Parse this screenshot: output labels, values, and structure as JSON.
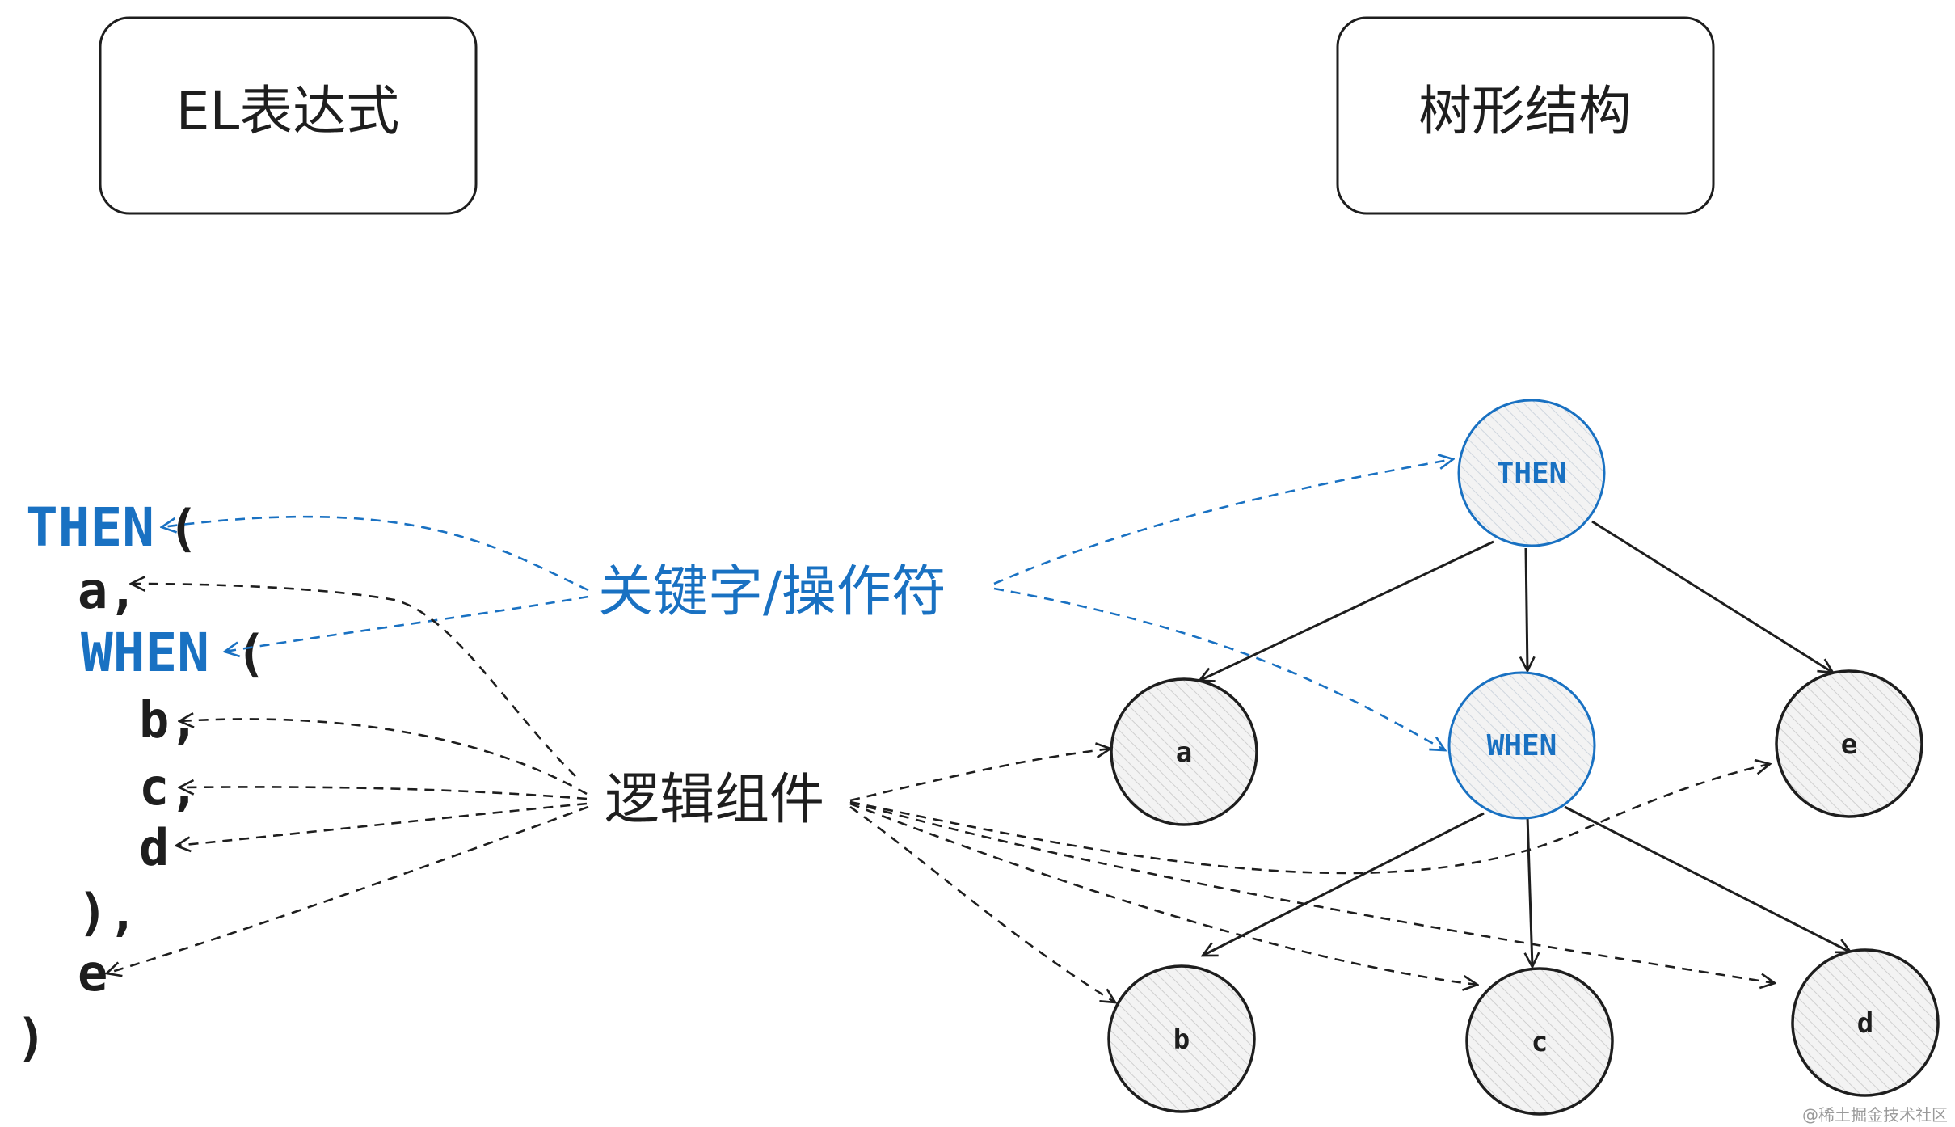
{
  "headers": {
    "left": "EL表达式",
    "right": "树形结构"
  },
  "code": {
    "then": "THEN",
    "then_paren": "(",
    "a": "a,",
    "when": "WHEN",
    "when_paren": "(",
    "b": "b,",
    "c": "c,",
    "d": "d",
    "close_inner": "),",
    "e": "e",
    "close_outer": ")"
  },
  "labels": {
    "keywords": "关键字/操作符",
    "components": "逻辑组件"
  },
  "tree": {
    "then": "THEN",
    "when": "WHEN",
    "a": "a",
    "e": "e",
    "b": "b",
    "c": "c",
    "d": "d"
  },
  "watermark": "@稀土掘金技术社区",
  "colors": {
    "keyword": "#1971c2",
    "ink": "#1e1e1e",
    "node_fill": "#f1f1f1"
  }
}
